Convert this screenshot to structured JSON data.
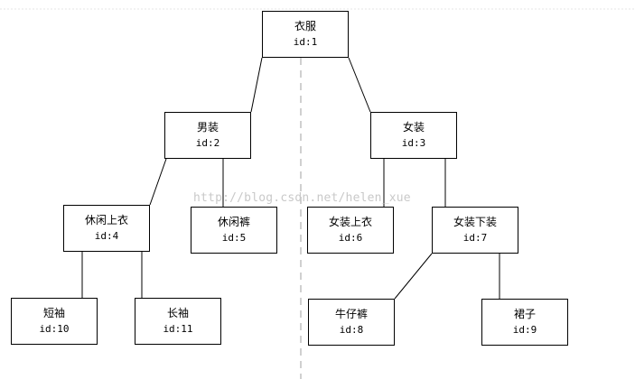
{
  "tree": {
    "root": {
      "name": "衣服",
      "id": "id:1"
    },
    "men": {
      "name": "男装",
      "id": "id:2"
    },
    "women": {
      "name": "女装",
      "id": "id:3"
    },
    "casual_top": {
      "name": "休闲上衣",
      "id": "id:4"
    },
    "casual_pants": {
      "name": "休闲裤",
      "id": "id:5"
    },
    "women_top": {
      "name": "女装上衣",
      "id": "id:6"
    },
    "women_bottom": {
      "name": "女装下装",
      "id": "id:7"
    },
    "short_sleeve": {
      "name": "短袖",
      "id": "id:10"
    },
    "long_sleeve": {
      "name": "长袖",
      "id": "id:11"
    },
    "jeans": {
      "name": "牛仔裤",
      "id": "id:8"
    },
    "skirt": {
      "name": "裙子",
      "id": "id:9"
    }
  },
  "edges": [
    [
      "root",
      "men"
    ],
    [
      "root",
      "women"
    ],
    [
      "men",
      "casual_top"
    ],
    [
      "men",
      "casual_pants"
    ],
    [
      "women",
      "women_top"
    ],
    [
      "women",
      "women_bottom"
    ],
    [
      "casual_top",
      "short_sleeve"
    ],
    [
      "casual_top",
      "long_sleeve"
    ],
    [
      "women_bottom",
      "jeans"
    ],
    [
      "women_bottom",
      "skirt"
    ]
  ],
  "watermark": "http://blog.csdn.net/helen_xue"
}
